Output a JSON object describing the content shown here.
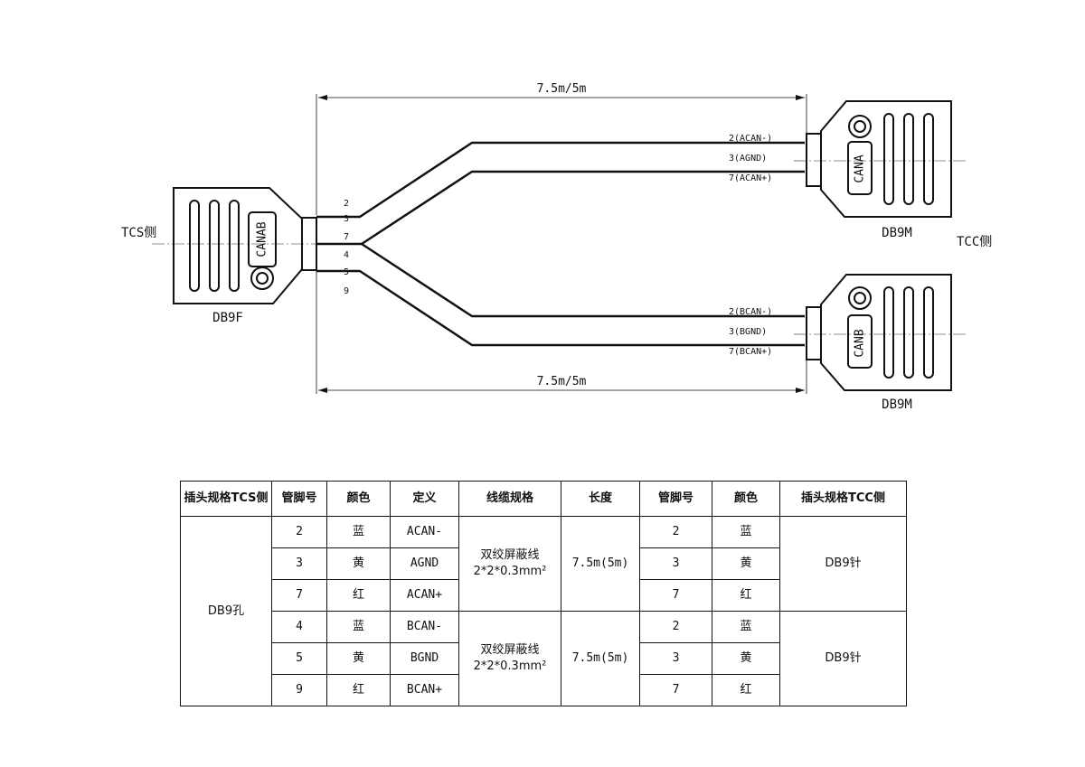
{
  "drawing": {
    "dimension_top": "7.5m/5m",
    "dimension_bottom": "7.5m/5m",
    "left_side": "TCS侧",
    "right_side": "TCC侧",
    "left_connector": {
      "label": "CANAB",
      "caption": "DB9F"
    },
    "right_top_connector": {
      "label": "CANA",
      "caption": "DB9M"
    },
    "right_bottom_connector": {
      "label": "CANB",
      "caption": "DB9M"
    },
    "left_pins": [
      "2",
      "3",
      "7",
      "4",
      "5",
      "9"
    ],
    "right_top_pins": [
      "2(ACAN-)",
      "3(AGND)",
      "7(ACAN+)"
    ],
    "right_bottom_pins": [
      "2(BCAN-)",
      "3(BGND)",
      "7(BCAN+)"
    ]
  },
  "table": {
    "headers": [
      "插头规格TCS侧",
      "管脚号",
      "颜色",
      "定义",
      "线缆规格",
      "长度",
      "管脚号",
      "颜色",
      "插头规格TCC侧"
    ],
    "left_plug": "DB9孔",
    "groups": [
      {
        "cable_line1": "双绞屏蔽线",
        "cable_line2": "2*2*0.3mm²",
        "length": "7.5m(5m)",
        "right_plug": "DB9针",
        "rows": [
          {
            "pin": "2",
            "color": "蓝",
            "def": "ACAN-",
            "rpin": "2",
            "rcolor": "蓝"
          },
          {
            "pin": "3",
            "color": "黄",
            "def": "AGND",
            "rpin": "3",
            "rcolor": "黄"
          },
          {
            "pin": "7",
            "color": "红",
            "def": "ACAN+",
            "rpin": "7",
            "rcolor": "红"
          }
        ]
      },
      {
        "cable_line1": "双绞屏蔽线",
        "cable_line2": "2*2*0.3mm²",
        "length": "7.5m(5m)",
        "right_plug": "DB9针",
        "rows": [
          {
            "pin": "4",
            "color": "蓝",
            "def": "BCAN-",
            "rpin": "2",
            "rcolor": "蓝"
          },
          {
            "pin": "5",
            "color": "黄",
            "def": "BGND",
            "rpin": "3",
            "rcolor": "黄"
          },
          {
            "pin": "9",
            "color": "红",
            "def": "BCAN+",
            "rpin": "7",
            "rcolor": "红"
          }
        ]
      }
    ]
  }
}
